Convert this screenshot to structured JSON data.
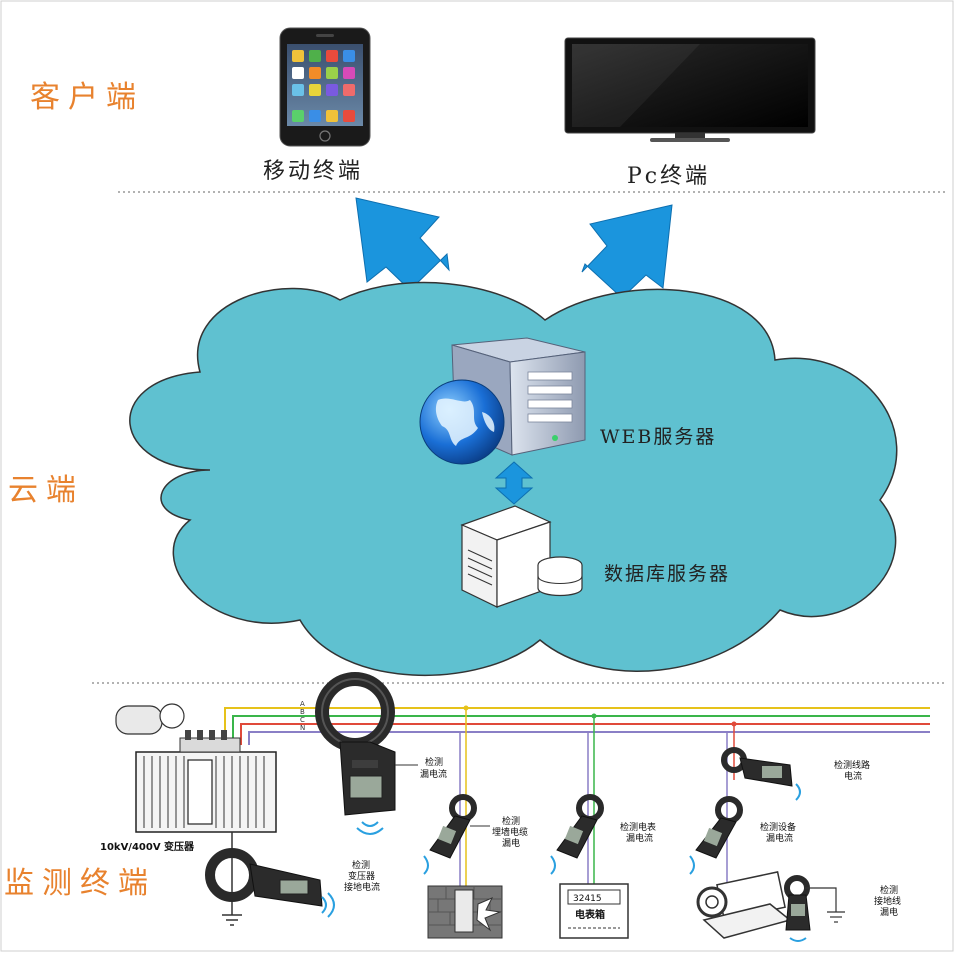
{
  "zones": {
    "client": "客户端",
    "cloud": "云端",
    "monitor": "监测终端"
  },
  "client_devices": {
    "mobile": "移动终端",
    "pc": "Pc终端"
  },
  "cloud_servers": {
    "web": "WEB服务器",
    "db": "数据库服务器"
  },
  "transformer_label": "10kV/400V 变压器",
  "phase_lines": [
    "A",
    "B",
    "C",
    "N"
  ],
  "meter_box_text": "电表箱",
  "meter_display": "32415",
  "sensors": [
    {
      "id": "leak",
      "lines": [
        "检测",
        "漏电流"
      ]
    },
    {
      "id": "ground",
      "lines": [
        "检测",
        "变压器",
        "接地电流"
      ]
    },
    {
      "id": "cable",
      "lines": [
        "检测",
        "埋墙电缆",
        "漏电"
      ]
    },
    {
      "id": "meter",
      "lines": [
        "检测电表",
        "漏电流"
      ]
    },
    {
      "id": "line",
      "lines": [
        "检测线路",
        "电流"
      ]
    },
    {
      "id": "equip",
      "lines": [
        "检测设备",
        "漏电流"
      ]
    },
    {
      "id": "earth",
      "lines": [
        "检测",
        "接地线",
        "漏电"
      ]
    }
  ],
  "colors": {
    "zone_label": "#e8822e",
    "cloud_fill": "#5fc1d0",
    "arrow": "#1b95dd",
    "phase_A": "#e6c21a",
    "phase_B": "#3ab54a",
    "phase_C": "#e04a3a",
    "phase_N": "#8a7fc6"
  }
}
